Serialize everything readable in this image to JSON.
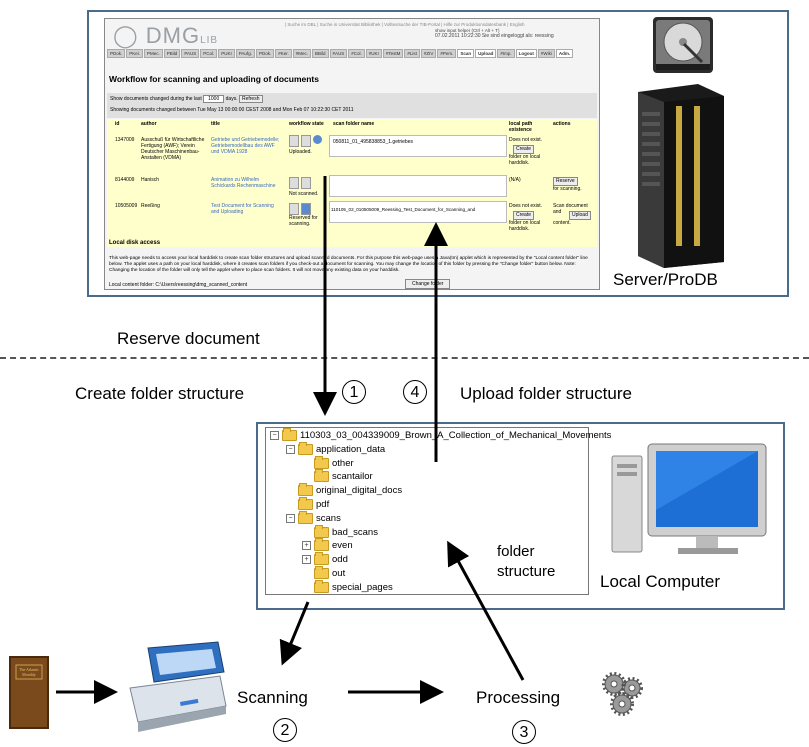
{
  "web": {
    "logo_main": "DMG",
    "logo_sub": "LIB",
    "top_links": "| Suche im DBL | Suche in Universitat Bibliothek | Volltextsuche der TIB-Portal | Hilfe zur Produktionsdatenbank | English",
    "show_input_helper": "show input helper (Ctrl + Alt + T)",
    "login_info": "07.02.2011 10:22:30    Sie sind eingeloggt als: reessing",
    "nav": [
      "PDok.",
      "PKei.",
      "PMec.",
      "PBild",
      "PAUS",
      "PCol.",
      "PUKI",
      "PAufg.",
      "PDok.",
      "#Ker.",
      "#Mec.",
      "BBild",
      "#AUS",
      "#Col.",
      "#UKI",
      "#TestM",
      "#List",
      "#ZIV",
      "#Pers.",
      "Scan",
      "Upload",
      "#Imp.",
      "Logout",
      "#Wiki",
      "Adm."
    ],
    "title": "Workflow for scanning and uploading of documents",
    "show_changed_label": "Show documents changed during the last",
    "days_value": "1000",
    "days_label": "days.",
    "refresh_label": "Refresh",
    "showing_label": "Showing documents changed between Tue May 13 00:00:00 CEST 2008 and Mon Feb 07 10:22:30 CET 2011",
    "columns": [
      "id",
      "author",
      "title",
      "workflow state",
      "scan folder name",
      "local path existence",
      "actions"
    ],
    "rows": [
      {
        "id": "1347009",
        "author": "Ausschuß für Wirtschaftliche Fertigung (AWF); Verein Deutscher Maschinenbau-Anstalten (VDMA)",
        "title": "Getriebe und Getriebemodelle; Getriebemodellbau des AWF und VDMA 1928",
        "state": "Uploaded.",
        "folder": "050811_01_495838853_1.getriebes",
        "local": "Does not exist.",
        "local_btn": "Create",
        "local_after": "folder on local harddisk.",
        "action": ""
      },
      {
        "id": "8144009",
        "author": "Hanisch",
        "title": "Animation zu Wilhelm Schickards Rechenmaschine",
        "state": "Not scanned.",
        "folder": "",
        "local": "(N/A)",
        "local_btn": "",
        "local_after": "",
        "action": "Reserve",
        "action_after": "for scanning."
      },
      {
        "id": "10505009",
        "author": "Reeßing",
        "title": "Test Document for Scanning and Uploading",
        "state": "Reserved for scanning.",
        "folder": "110105_02_010505009_Reessing_Test_Document_for_Scanning_and",
        "local": "Does not exist.",
        "local_btn": "Create",
        "local_after": "folder on local harddisk.",
        "action": "Scan document and",
        "action_btn": "Upload",
        "action_after": "content."
      }
    ],
    "lda_title": "Local disk access",
    "lda_text": "This web-page needs to access your local harddisk to create scan folder structures and upload scanned documents. For this purpose this web-page uses a Java(tm) applet which is represented by the \"Local content folder\" line below. The applet uses a path on your local harddisk, where it creates scan folders if you check-out a document for scanning. You may change the location of this folder by pressing the \"Change folder\" button below. Note: Changing the location of the folder will only tell the applet where to place scan folders. It will not move any existing data on your harddisk.",
    "local_content": "Local content folder: C:\\Users\\reessing\\dmg_scanned_content",
    "change_folder": "Change folder"
  },
  "labels": {
    "server": "Server/ProDB",
    "reserve": "Reserve document",
    "create": "Create folder structure",
    "upload": "Upload folder structure",
    "local_computer": "Local Computer",
    "folder_structure_1": "folder",
    "folder_structure_2": "structure",
    "scanning": "Scanning",
    "processing": "Processing",
    "step1": "1",
    "step2": "2",
    "step3": "3",
    "step4": "4",
    "book_title": "The Atlantic Monthly"
  },
  "tree": [
    {
      "label": "110303_03_004339009_Brown_A_Collection_of_Mechanical_Movements",
      "toggle": "−"
    },
    {
      "label": "application_data",
      "toggle": "−"
    },
    {
      "label": "other",
      "toggle": ""
    },
    {
      "label": "scantailor",
      "toggle": ""
    },
    {
      "label": "original_digital_docs",
      "toggle": ""
    },
    {
      "label": "pdf",
      "toggle": ""
    },
    {
      "label": "scans",
      "toggle": "−"
    },
    {
      "label": "bad_scans",
      "toggle": ""
    },
    {
      "label": "even",
      "toggle": "+"
    },
    {
      "label": "odd",
      "toggle": "+"
    },
    {
      "label": "out",
      "toggle": ""
    },
    {
      "label": "special_pages",
      "toggle": ""
    }
  ],
  "icons": [
    "hard-drive-icon",
    "server-tower-icon",
    "computer-icon",
    "book-icon",
    "scanner-icon",
    "gears-icon",
    "folder-icon"
  ]
}
